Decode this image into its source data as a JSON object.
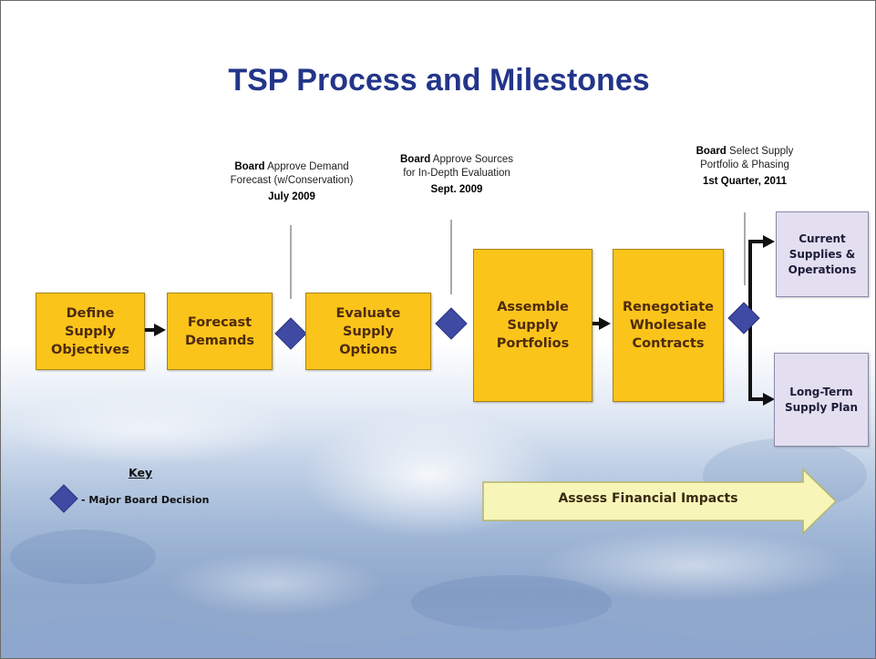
{
  "title": "TSP Process and Milestones",
  "steps": {
    "define": "Define Supply Objectives",
    "forecast": "Forecast Demands",
    "evaluate": "Evaluate Supply Options",
    "assemble": "Assemble Supply Portfolios",
    "renegotiate": "Renegotiate Wholesale Contracts"
  },
  "outcomes": {
    "current": "Current Supplies & Operations",
    "longterm": "Long-Term Supply Plan"
  },
  "milestones": [
    {
      "board": "Board",
      "text": "Approve Demand Forecast (w/Conservation)",
      "date": "July 2009"
    },
    {
      "board": "Board",
      "text": "Approve Sources for In-Depth Evaluation",
      "date": "Sept. 2009"
    },
    {
      "board": "Board",
      "text": "Select Supply Portfolio & Phasing",
      "date": "1st Quarter, 2011"
    }
  ],
  "key": {
    "title": "Key",
    "item": "- Major Board Decision"
  },
  "financial_arrow": "Assess Financial Impacts",
  "colors": {
    "box_fill": "#fbc41b",
    "outcome_fill": "#e4dff0",
    "diamond": "#3f4aa3",
    "title": "#23358a",
    "arrow_fill": "#f7f6b8"
  }
}
